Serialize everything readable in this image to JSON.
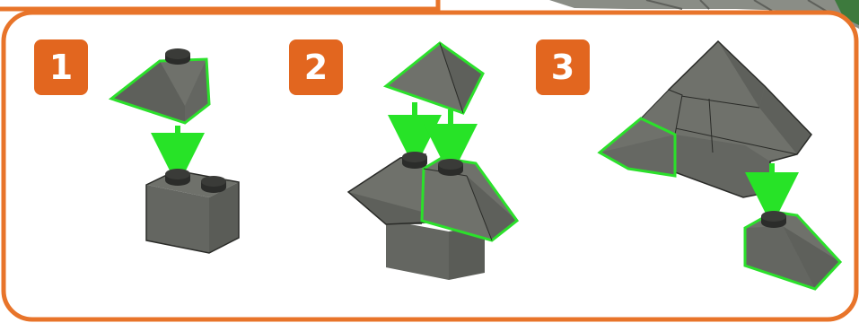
{
  "colors": {
    "frame": "#e8742a",
    "badge": "#e2661f",
    "badge_text": "#ffffff",
    "brick_top": "#6f716b",
    "brick_side": "#5c5e58",
    "brick_front": "#646661",
    "stud": "#2b2c2a",
    "highlight": "#2be02b",
    "arrow": "#27e327",
    "outline": "#2a2b28",
    "background_scene": "#8a8d86"
  },
  "steps": [
    {
      "label": "1"
    },
    {
      "label": "2"
    },
    {
      "label": "3"
    }
  ],
  "parts": {
    "step1": [
      "slope-brick-highlighted",
      "brick-1x2",
      "placement-arrow"
    ],
    "step2": [
      "roof-slope-piece",
      "slope-brick-left",
      "slope-brick-right-highlighted",
      "base-brick",
      "placement-arrow-left",
      "placement-arrow-right"
    ],
    "step3": [
      "roof-assembly",
      "slope-brick-highlighted-left",
      "slope-brick-highlighted-right",
      "placement-arrow"
    ]
  }
}
